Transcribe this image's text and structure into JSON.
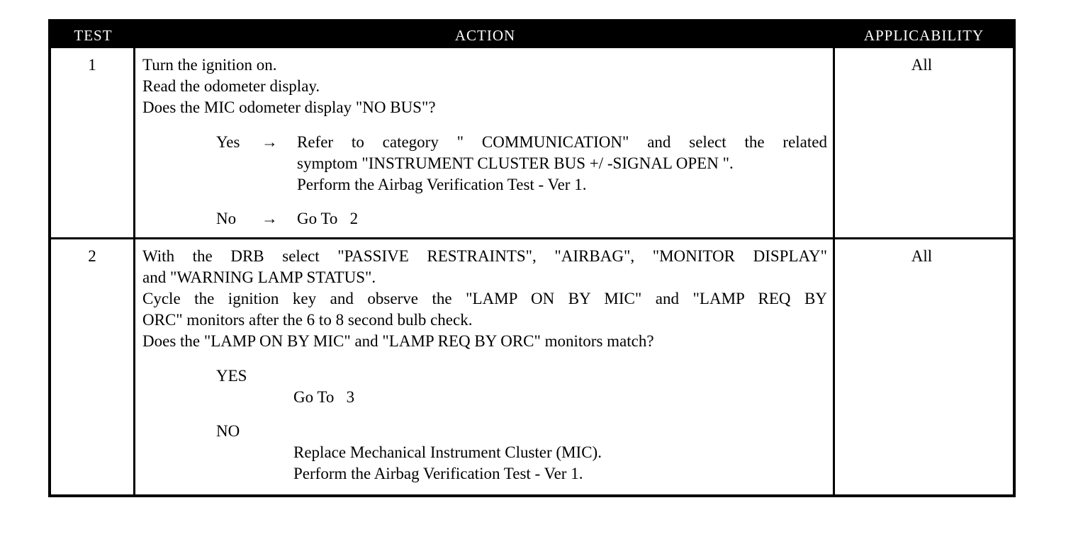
{
  "headers": {
    "test": "TEST",
    "action": "ACTION",
    "applicability": "APPLICABILITY"
  },
  "rows": [
    {
      "test": "1",
      "applicability": "All",
      "action_lines": [
        "Turn the ignition on.",
        "Read the odometer display.",
        "Does the MIC odometer display \"NO BUS\"?"
      ],
      "yes": {
        "label": "Yes",
        "arrow": "→",
        "lines": [
          "Refer to category \" COMMUNICATION\" and select the related",
          "symptom \"INSTRUMENT CLUSTER BUS +/ -SIGNAL OPEN \".",
          "Perform the Airbag Verification Test - Ver 1."
        ]
      },
      "no": {
        "label": "No",
        "arrow": "→",
        "lines": [
          "Go To   2"
        ]
      }
    },
    {
      "test": "2",
      "applicability": "All",
      "action_lines": [
        "With the DRB select \"PASSIVE RESTRAINTS\", \"AIRBAG\", \"MONITOR DISPLAY\"",
        "and \"WARNING LAMP STATUS\".",
        "Cycle the ignition key and observe the \"LAMP ON BY MIC\" and \"LAMP REQ BY",
        "ORC\" monitors after the 6 to 8 second bulb check.",
        "Does the \"LAMP ON BY MIC\" and \"LAMP REQ BY ORC\" monitors match?"
      ],
      "yes": {
        "label": "YES",
        "lines": [
          "Go To   3"
        ]
      },
      "no": {
        "label": "NO",
        "lines": [
          "Replace Mechanical Instrument Cluster (MIC).",
          "Perform the Airbag Verification Test - Ver 1."
        ]
      }
    }
  ]
}
